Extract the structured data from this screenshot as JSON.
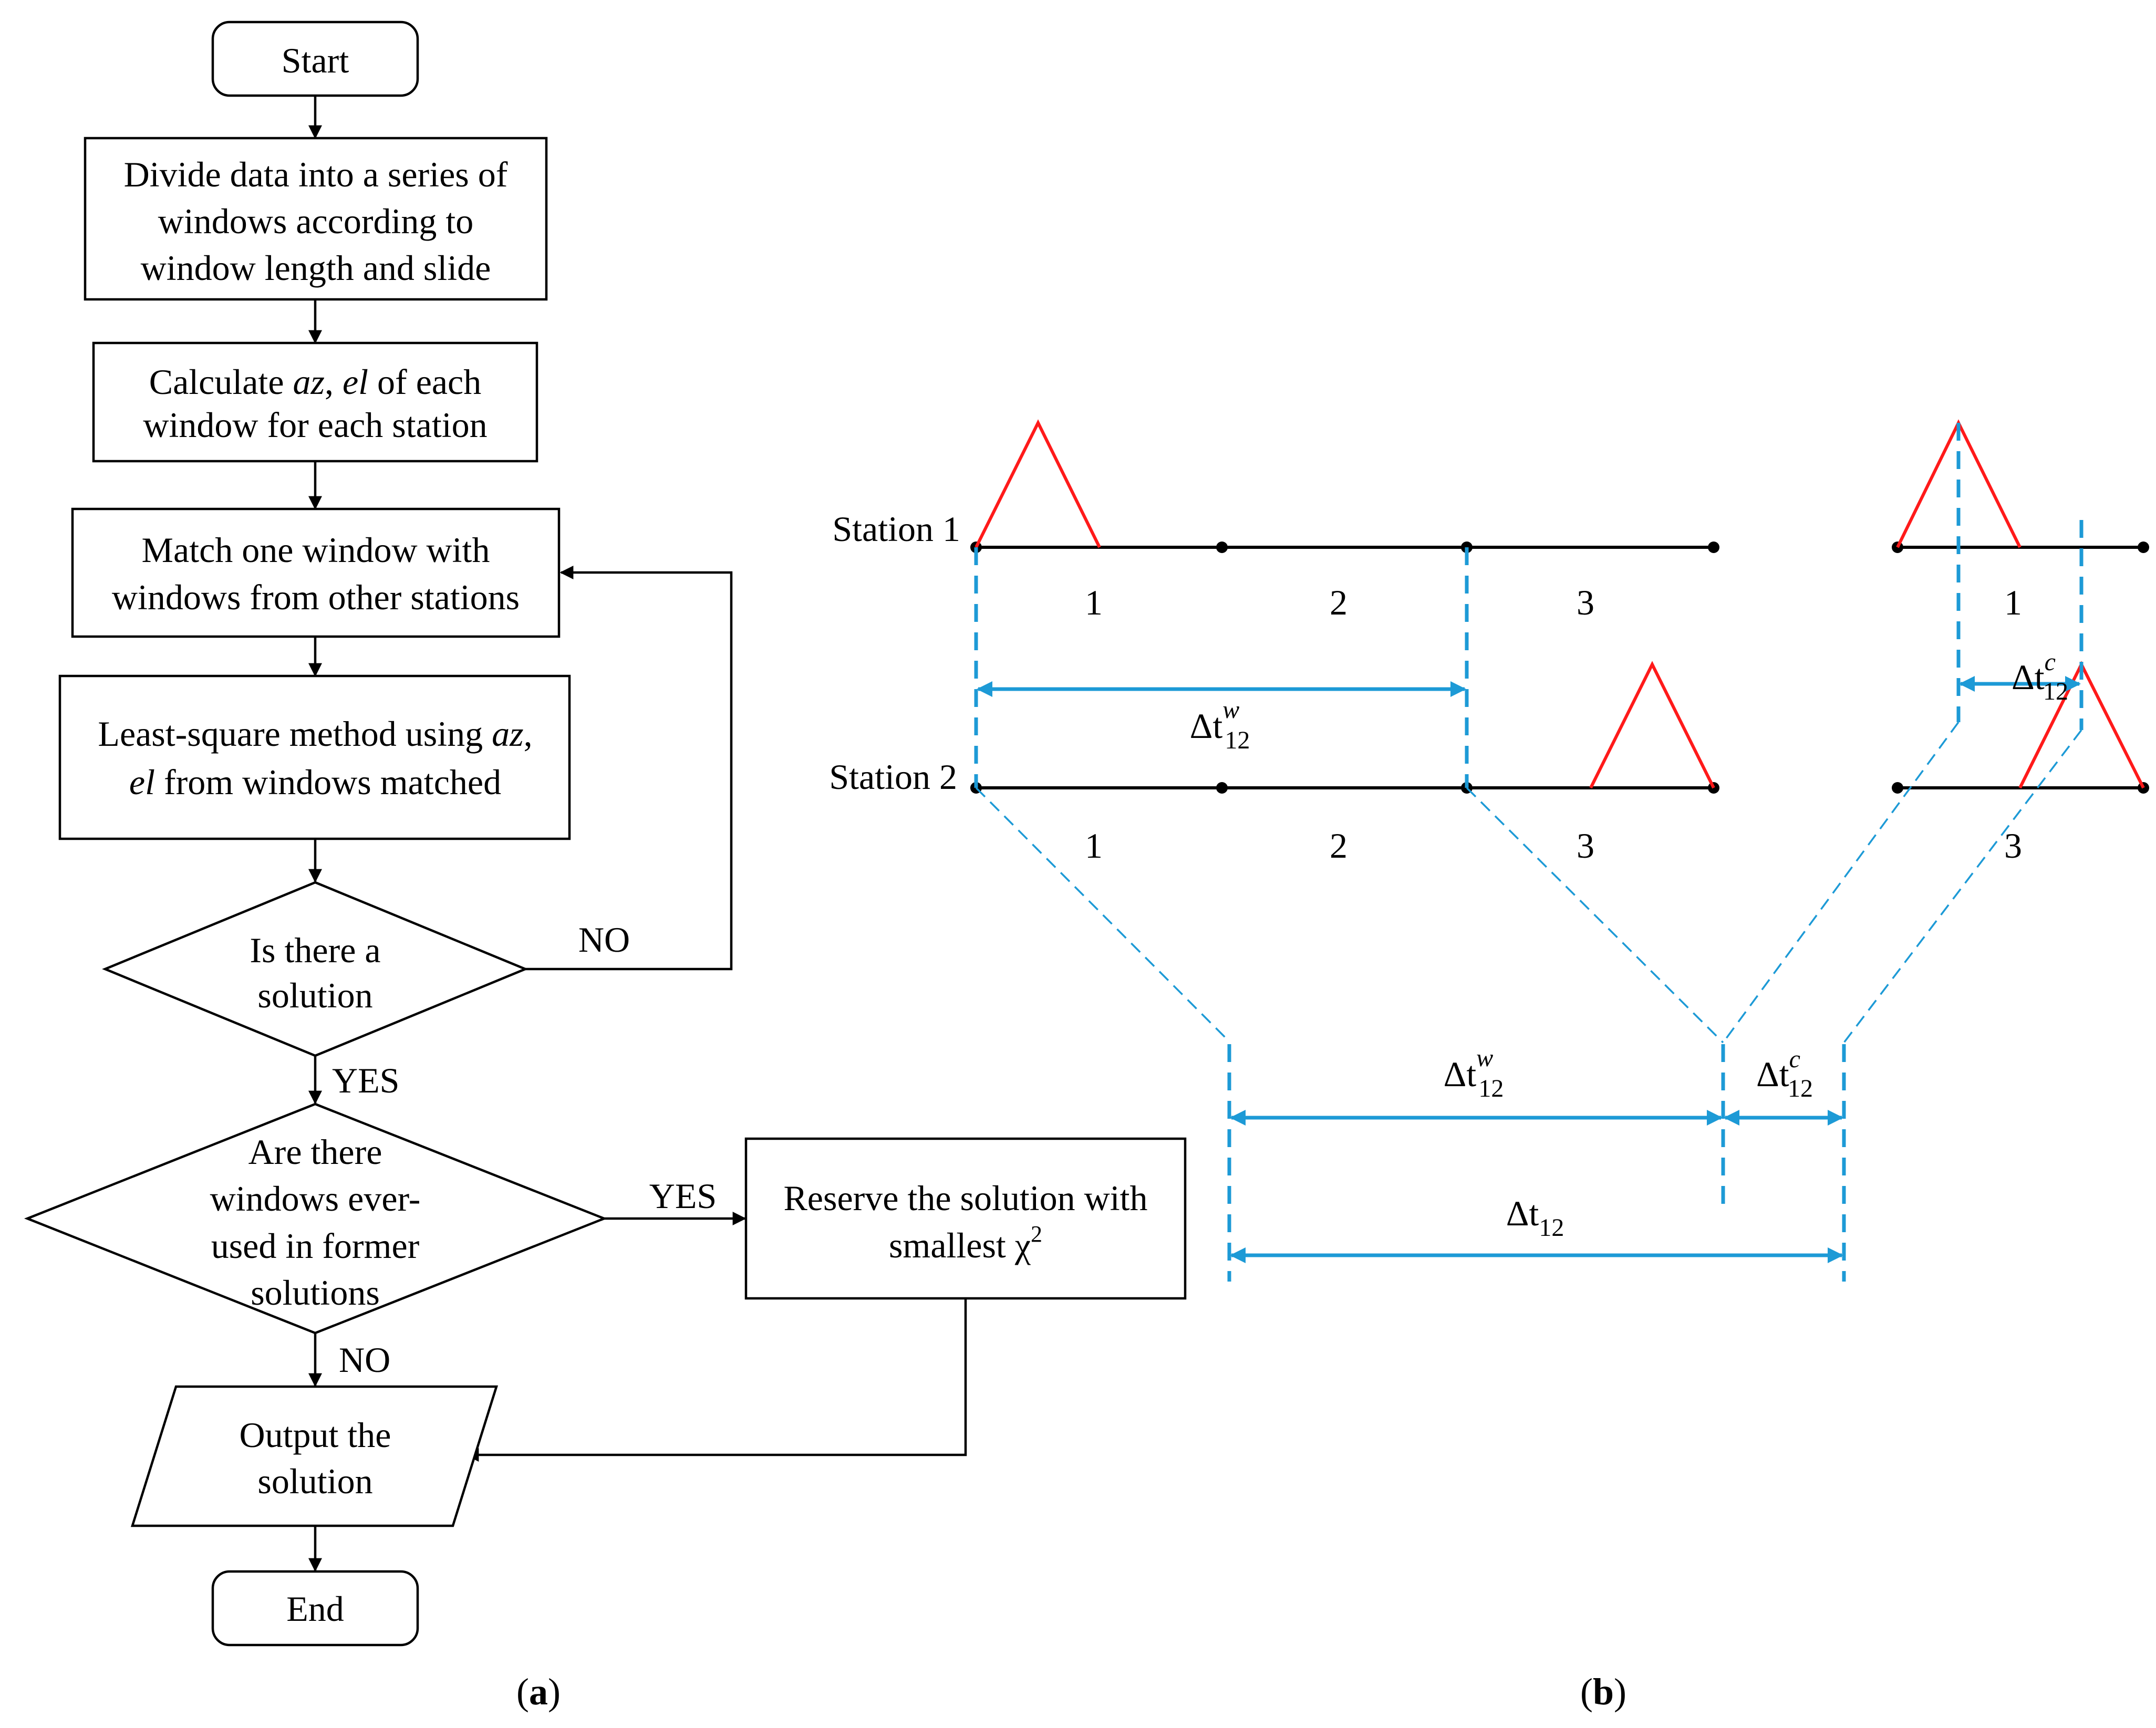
{
  "flowchart": {
    "start": "Start",
    "divide": [
      "Divide data into a series of",
      "windows according to",
      "window length and slide"
    ],
    "calculate": {
      "l1_a": "Calculate ",
      "l1_az": "az",
      "l1_b": ", ",
      "l1_el": "el",
      "l1_c": " of each",
      "l2": "window for each station"
    },
    "match": [
      "Match one window with",
      "windows from other stations"
    ],
    "least": {
      "l1_a": "Least-square method using ",
      "l1_az": "az",
      "l1_b": ",",
      "l2_el": "el",
      "l2_b": " from windows matched"
    },
    "decision1": [
      "Is there a",
      "solution"
    ],
    "decision2": [
      "Are there",
      "windows ever-",
      "used in former",
      "solutions"
    ],
    "reserve": {
      "l1": "Reserve the solution with",
      "l2": "smallest χ",
      "l2_sup": "2"
    },
    "output": [
      "Output the",
      "solution"
    ],
    "end": "End",
    "no_label_1": "NO",
    "yes_label_1": "YES",
    "yes_label_2": "YES",
    "no_label_2": "NO",
    "caption": {
      "open": "(",
      "letter": "a",
      "close": ")"
    }
  },
  "timing": {
    "station1": "Station 1",
    "station2": "Station 2",
    "segments": {
      "s1_1": "1",
      "s1_2": "2",
      "s1_3": "3",
      "s2_1": "1",
      "s2_2": "2",
      "s2_3": "3",
      "right_top": "1",
      "right_bottom": "3"
    },
    "delta": "Δt",
    "sub12": "12",
    "sup_w": "w",
    "sup_c": "c",
    "caption": {
      "open": "(",
      "letter": "b",
      "close": ")"
    }
  },
  "colors": {
    "accent_blue": "#1d9ad6",
    "trigger_red": "#ff1a1a",
    "stroke": "#000000",
    "background": "#ffffff"
  }
}
